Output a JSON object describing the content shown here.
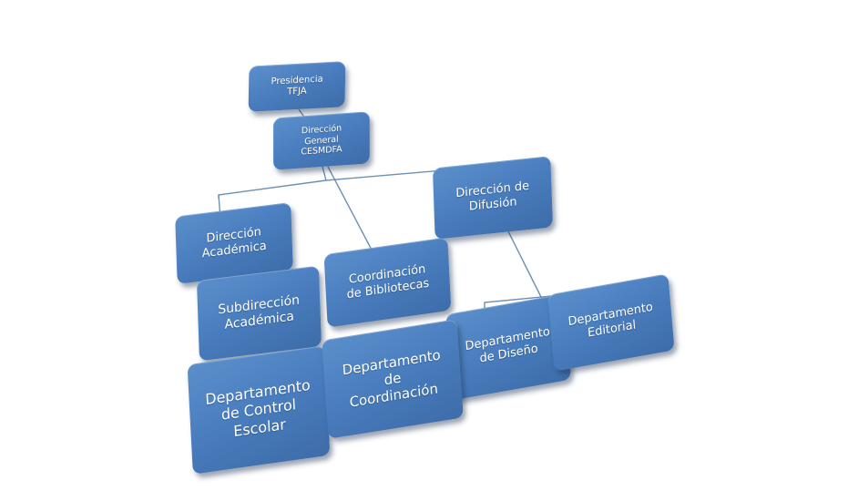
{
  "diagram": {
    "nodes": {
      "presidencia": "Presidencia\nTFJA",
      "direccion_general": "Dirección\nGeneral\nCESMDFA",
      "direccion_difusion": "Dirección de\nDifusión",
      "direccion_academica": "Dirección\nAcadémica",
      "coordinacion_bibliotecas": "Coordinación\nde Bibliotecas",
      "subdireccion_academica": "Subdirección\nAcadémica",
      "departamento_diseno": "Departamento\nde Diseño",
      "departamento_editorial": "Departamento\nEditorial",
      "departamento_control_escolar": "Departamento\nde Control\nEscolar",
      "departamento_coordinacion": "Departamento\nde\nCoordinación"
    },
    "colors": {
      "box": "#4a7ebf",
      "text": "#ffffff",
      "line": "#6d8fb4"
    }
  }
}
